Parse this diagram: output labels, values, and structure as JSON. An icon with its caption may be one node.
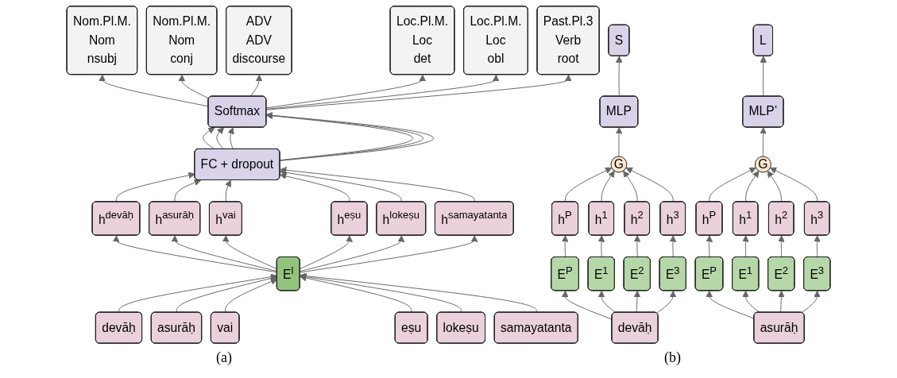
{
  "diagram": {
    "nodes": [
      {
        "text": [
          "Nom.Pl.M.",
          "Nom",
          "nsubj"
        ]
      },
      {
        "text": [
          "Nom.Pl.M.",
          "Nom",
          "conj"
        ]
      },
      {
        "text": [
          "ADV",
          "ADV",
          "discourse"
        ]
      },
      {
        "text": [
          "Loc.Pl.M.",
          "Loc",
          "det"
        ]
      },
      {
        "text": [
          "Loc.Pl.M.",
          "Loc",
          "obl"
        ]
      },
      {
        "text": [
          "Past.Pl.3",
          "Verb",
          "root"
        ]
      },
      {
        "text": [
          "Softmax"
        ]
      },
      {
        "text": [
          "FC + dropout"
        ]
      },
      {
        "text": [
          "h$^{devāḥ}$"
        ]
      },
      {
        "text": [
          "h$^{asurāḥ}$"
        ]
      },
      {
        "text": [
          "h$^{vai}$"
        ]
      },
      {
        "text": [
          "h$^{eṣu}$"
        ]
      },
      {
        "text": [
          "h$^{lokeṣu}$"
        ]
      },
      {
        "text": [
          "h$^{samayatanta}$"
        ]
      },
      {
        "text": [
          "E$^{l}$"
        ]
      },
      {
        "text": [
          "devāḥ"
        ]
      },
      {
        "text": [
          "asurāḥ"
        ]
      },
      {
        "text": [
          "vai"
        ]
      },
      {
        "text": [
          "eṣu"
        ]
      },
      {
        "text": [
          "lokeṣu"
        ]
      },
      {
        "text": [
          "samayatanta"
        ]
      },
      {
        "text": [
          "S"
        ]
      },
      {
        "text": [
          "L"
        ]
      },
      {
        "text": [
          "MLP"
        ]
      },
      {
        "text": [
          "MLP’"
        ]
      },
      {
        "text": [
          "G"
        ]
      },
      {
        "text": [
          "G"
        ]
      },
      {
        "text": [
          "h$^{P}$"
        ]
      },
      {
        "text": [
          "h$^{1}$"
        ]
      },
      {
        "text": [
          "h$^{2}$"
        ]
      },
      {
        "text": [
          "h$^{3}$"
        ]
      },
      {
        "text": [
          "h$^{P}$"
        ]
      },
      {
        "text": [
          "h$^{1}$"
        ]
      },
      {
        "text": [
          "h$^{2}$"
        ]
      },
      {
        "text": [
          "h$^{3}$"
        ]
      },
      {
        "text": [
          "E$^{P}$"
        ]
      },
      {
        "text": [
          "E$^{1}$"
        ]
      },
      {
        "text": [
          "E$^{2}$"
        ]
      },
      {
        "text": [
          "E$^{3}$"
        ]
      },
      {
        "text": [
          "E$^{P}$"
        ]
      },
      {
        "text": [
          "E$^{1}$"
        ]
      },
      {
        "text": [
          "E$^{2}$"
        ]
      },
      {
        "text": [
          "E$^{3}$"
        ]
      },
      {
        "text": [
          "devāḥ"
        ]
      },
      {
        "text": [
          "asurāḥ"
        ]
      }
    ],
    "edges": [
      {
        "from": 15,
        "to": 14,
        "arrow": "to"
      },
      {
        "from": 16,
        "to": 14,
        "arrow": "to"
      },
      {
        "from": 17,
        "to": 14,
        "arrow": "to"
      },
      {
        "from": 18,
        "to": 14,
        "arrow": "to"
      },
      {
        "from": 19,
        "to": 14,
        "arrow": "to"
      },
      {
        "from": 20,
        "to": 14,
        "arrow": "to"
      },
      {
        "from": 14,
        "to": 8,
        "arrow": "to"
      },
      {
        "from": 14,
        "to": 9,
        "arrow": "to"
      },
      {
        "from": 14,
        "to": 10,
        "arrow": "to"
      },
      {
        "from": 14,
        "to": 11,
        "arrow": "to"
      },
      {
        "from": 14,
        "to": 12,
        "arrow": "to"
      },
      {
        "from": 14,
        "to": 13,
        "arrow": "to"
      },
      {
        "from": 8,
        "to": 7,
        "arrow": "to"
      },
      {
        "from": 9,
        "to": 7,
        "arrow": "to"
      },
      {
        "from": 10,
        "to": 7,
        "arrow": "to"
      },
      {
        "from": 11,
        "to": 7,
        "arrow": "to"
      },
      {
        "from": 12,
        "to": 7,
        "arrow": "to"
      },
      {
        "from": 13,
        "to": 7,
        "arrow": "to"
      },
      {
        "from": 7,
        "to": 6,
        "arrow": "to"
      },
      {
        "from": 7,
        "to": 6,
        "arrow": "to"
      },
      {
        "from": 7,
        "to": 6,
        "arrow": "to"
      },
      {
        "from": 7,
        "to": 6,
        "arrow": "to"
      },
      {
        "from": 7,
        "to": 6,
        "arrow": "to"
      },
      {
        "from": 7,
        "to": 6,
        "arrow": "to"
      },
      {
        "from": 6,
        "to": 0,
        "arrow": "to"
      },
      {
        "from": 6,
        "to": 1,
        "arrow": "to"
      },
      {
        "from": 6,
        "to": 2,
        "arrow": "to"
      },
      {
        "from": 6,
        "to": 3,
        "arrow": "to"
      },
      {
        "from": 6,
        "to": 4,
        "arrow": "to"
      },
      {
        "from": 6,
        "to": 5,
        "arrow": "to"
      },
      {
        "from": 23,
        "to": 21,
        "arrow": "to"
      },
      {
        "from": 24,
        "to": 22,
        "arrow": "to"
      },
      {
        "from": 25,
        "to": 23,
        "arrow": "to"
      },
      {
        "from": 26,
        "to": 24,
        "arrow": "to"
      },
      {
        "from": 27,
        "to": 25,
        "arrow": "to"
      },
      {
        "from": 28,
        "to": 25,
        "arrow": "to"
      },
      {
        "from": 29,
        "to": 25,
        "arrow": "to"
      },
      {
        "from": 30,
        "to": 25,
        "arrow": "to"
      },
      {
        "from": 31,
        "to": 26,
        "arrow": "to"
      },
      {
        "from": 32,
        "to": 26,
        "arrow": "to"
      },
      {
        "from": 33,
        "to": 26,
        "arrow": "to"
      },
      {
        "from": 34,
        "to": 26,
        "arrow": "to"
      },
      {
        "from": 35,
        "to": 27,
        "arrow": "to"
      },
      {
        "from": 36,
        "to": 28,
        "arrow": "to"
      },
      {
        "from": 37,
        "to": 29,
        "arrow": "to"
      },
      {
        "from": 38,
        "to": 30,
        "arrow": "to"
      },
      {
        "from": 39,
        "to": 31,
        "arrow": "to"
      },
      {
        "from": 40,
        "to": 32,
        "arrow": "to"
      },
      {
        "from": 41,
        "to": 33,
        "arrow": "to"
      },
      {
        "from": 42,
        "to": 34,
        "arrow": "to"
      },
      {
        "from": 43,
        "to": 35,
        "arrow": "to"
      },
      {
        "from": 43,
        "to": 36,
        "arrow": "to"
      },
      {
        "from": 43,
        "to": 37,
        "arrow": "to"
      },
      {
        "from": 43,
        "to": 38,
        "arrow": "to"
      },
      {
        "from": 44,
        "to": 39,
        "arrow": "to"
      },
      {
        "from": 44,
        "to": 40,
        "arrow": "to"
      },
      {
        "from": 44,
        "to": 41,
        "arrow": "to"
      },
      {
        "from": 44,
        "to": 42,
        "arrow": "to"
      }
    ],
    "labels": [
      "(a)",
      "(b)"
    ]
  }
}
